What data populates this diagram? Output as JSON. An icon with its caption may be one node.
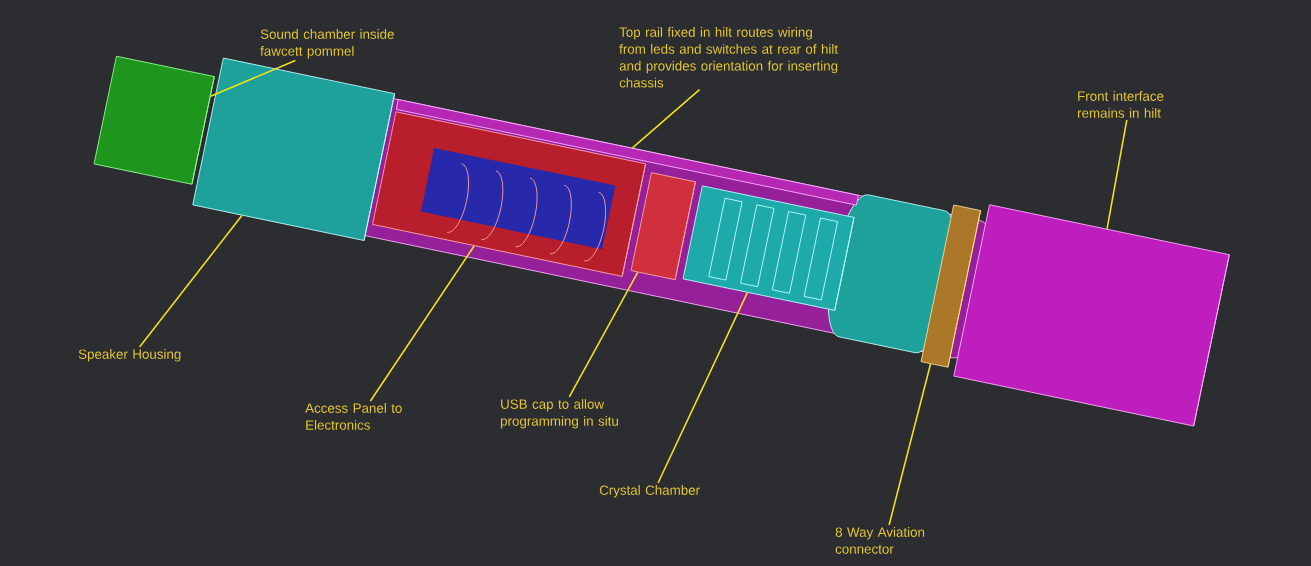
{
  "diagram": {
    "nodes": [
      {
        "text": [
          "Sound chamber inside fawcett pommel"
        ]
      },
      {
        "text": [
          "Top rail fixed in hilt routes wiring from leds and switches at rear of hilt and provides orientation for inserting chassis"
        ]
      },
      {
        "text": [
          "Front interface remains in hilt"
        ]
      },
      {
        "text": [
          "Speaker Housing"
        ]
      },
      {
        "text": [
          "Access Panel to Electronics"
        ]
      },
      {
        "text": [
          "USB cap to allow programming in situ"
        ]
      },
      {
        "text": [
          "Crystal Chamber"
        ]
      },
      {
        "text": [
          "8 Way Aviation connector"
        ]
      },
      {
        "text": [],
        "shape": "cylinder"
      },
      {
        "text": [],
        "shape": "bar"
      },
      {
        "text": [],
        "shape": "cylinder"
      },
      {
        "text": [],
        "shape": "cylinder"
      },
      {
        "text": [],
        "shape": "cylinder"
      },
      {
        "text": [],
        "shape": "cylinder"
      },
      {
        "text": [],
        "shape": "cylinder"
      },
      {
        "text": [],
        "shape": "cylinder"
      }
    ],
    "edges": [
      {
        "from": 0,
        "to": 8,
        "arrow": "none"
      },
      {
        "from": 1,
        "to": 9,
        "arrow": "none"
      },
      {
        "from": 2,
        "to": 10,
        "arrow": "none"
      },
      {
        "from": 3,
        "to": 11,
        "arrow": "none"
      },
      {
        "from": 4,
        "to": 12,
        "arrow": "none"
      },
      {
        "from": 5,
        "to": 13,
        "arrow": "none"
      },
      {
        "from": 6,
        "to": 14,
        "arrow": "none"
      },
      {
        "from": 7,
        "to": 15,
        "arrow": "none"
      }
    ]
  }
}
